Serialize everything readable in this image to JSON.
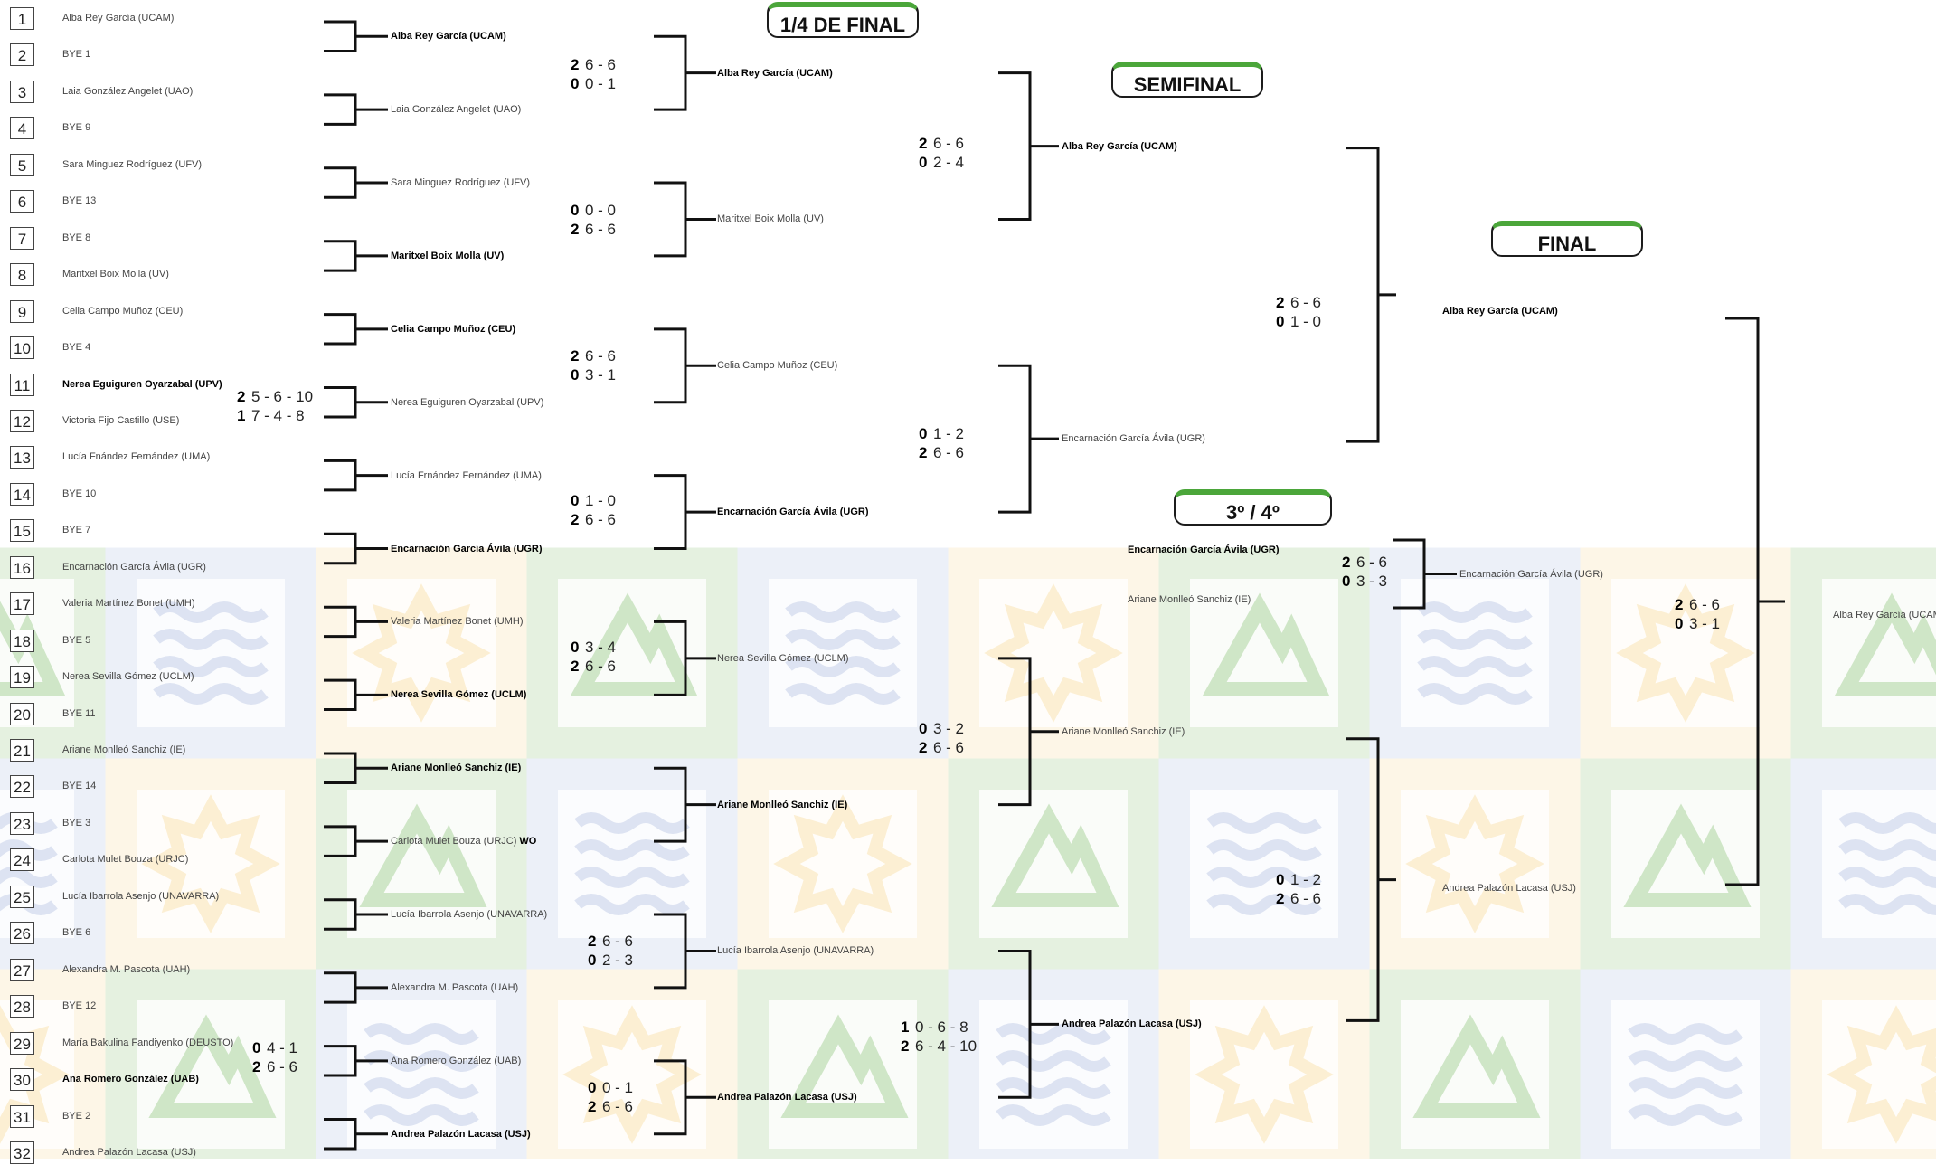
{
  "colors": {
    "accent": "#4ba63a",
    "line": "#111111",
    "wm_green": "#cfe6c7",
    "wm_blue": "#dde3f2",
    "wm_yellow": "#fcefd3"
  },
  "headers": {
    "quarterfinal": "1/4 DE FINAL",
    "semifinal": "SEMIFINAL",
    "final": "FINAL",
    "third_place": "3º / 4º"
  },
  "round1": [
    {
      "seed": "1",
      "name": "Alba Rey García (UCAM)"
    },
    {
      "seed": "2",
      "name": "BYE 1"
    },
    {
      "seed": "3",
      "name": "Laia González Angelet (UAO)"
    },
    {
      "seed": "4",
      "name": "BYE 9"
    },
    {
      "seed": "5",
      "name": "Sara Minguez Rodríguez (UFV)"
    },
    {
      "seed": "6",
      "name": "BYE 13"
    },
    {
      "seed": "7",
      "name": "BYE 8"
    },
    {
      "seed": "8",
      "name": "Maritxel Boix Molla (UV)"
    },
    {
      "seed": "9",
      "name": "Celia Campo Muñoz (CEU)"
    },
    {
      "seed": "10",
      "name": "BYE 4"
    },
    {
      "seed": "11",
      "name": "Nerea Eguiguren Oyarzabal (UPV)"
    },
    {
      "seed": "12",
      "name": "Victoria Fijo Castillo (USE)"
    },
    {
      "seed": "13",
      "name": "Lucía Fnández Fernández (UMA)"
    },
    {
      "seed": "14",
      "name": "BYE 10"
    },
    {
      "seed": "15",
      "name": "BYE 7"
    },
    {
      "seed": "16",
      "name": "Encarnación García Ávila (UGR)"
    },
    {
      "seed": "17",
      "name": "Valeria Martínez Bonet (UMH)"
    },
    {
      "seed": "18",
      "name": "BYE 5"
    },
    {
      "seed": "19",
      "name": "Nerea Sevilla Gómez (UCLM)"
    },
    {
      "seed": "20",
      "name": "BYE 11"
    },
    {
      "seed": "21",
      "name": "Ariane Monlleó Sanchiz (IE)"
    },
    {
      "seed": "22",
      "name": "BYE 14"
    },
    {
      "seed": "23",
      "name": "BYE 3"
    },
    {
      "seed": "24",
      "name": "Carlota Mulet Bouza (URJC)"
    },
    {
      "seed": "25",
      "name": "Lucía Ibarrola Asenjo (UNAVARRA)"
    },
    {
      "seed": "26",
      "name": "BYE 6"
    },
    {
      "seed": "27",
      "name": "Alexandra M. Pascota (UAH)"
    },
    {
      "seed": "28",
      "name": "BYE 12"
    },
    {
      "seed": "29",
      "name": "María Bakulina Fandiyenko (DEUSTO)"
    },
    {
      "seed": "30",
      "name": "Ana Romero González (UAB)"
    },
    {
      "seed": "31",
      "name": "BYE 2"
    },
    {
      "seed": "32",
      "name": "Andrea Palazón Lacasa (USJ)"
    }
  ],
  "round2": [
    "Alba Rey García (UCAM)",
    "Laia González Angelet (UAO)",
    "Sara Minguez Rodríguez (UFV)",
    "Maritxel Boix Molla (UV)",
    "Celia Campo Muñoz (CEU)",
    "Nerea Eguiguren Oyarzabal (UPV)",
    "Lucía Frnández Fernández (UMA)",
    "Encarnación García Ávila (UGR)",
    "Valeria Martínez Bonet (UMH)",
    "Nerea Sevilla Gómez (UCLM)",
    "Ariane Monlleó Sanchiz (IE)",
    "Carlota Mulet Bouza (URJC)",
    "Lucía Ibarrola Asenjo (UNAVARRA)",
    "Alexandra M. Pascota (UAH)",
    "Ana Romero González (UAB)",
    "Andrea Palazón Lacasa (USJ)"
  ],
  "walkover": "WO",
  "r1_scores": [
    {
      "top_sets": "2",
      "top_games": "5 - 6 - 10",
      "bot_sets": "1",
      "bot_games": "7 - 4 -  8"
    },
    {
      "top_sets": "0",
      "top_games": "4 - 1",
      "bot_sets": "2",
      "bot_games": "6 - 6"
    }
  ],
  "round3": [
    "Alba Rey García (UCAM)",
    "Maritxel Boix Molla (UV)",
    "Celia Campo Muñoz (CEU)",
    "Encarnación García Ávila (UGR)",
    "Nerea Sevilla Gómez (UCLM)",
    "Ariane Monlleó Sanchiz (IE)",
    "Lucía Ibarrola Asenjo (UNAVARRA)",
    "Andrea Palazón Lacasa (USJ)"
  ],
  "r2_scores": [
    {
      "top_sets": "2",
      "top_games": "6 - 6",
      "bot_sets": "0",
      "bot_games": "0 - 1"
    },
    {
      "top_sets": "0",
      "top_games": "0 - 0",
      "bot_sets": "2",
      "bot_games": "6 - 6"
    },
    {
      "top_sets": "2",
      "top_games": "6 - 6",
      "bot_sets": "0",
      "bot_games": "3 - 1"
    },
    {
      "top_sets": "0",
      "top_games": "1 - 0",
      "bot_sets": "2",
      "bot_games": "6 - 6"
    },
    {
      "top_sets": "0",
      "top_games": "3 - 4",
      "bot_sets": "2",
      "bot_games": "6 - 6"
    },
    {
      "top_sets": "2",
      "top_games": "6 - 6",
      "bot_sets": "0",
      "bot_games": "2 - 3"
    },
    {
      "top_sets": "0",
      "top_games": "0 - 1",
      "bot_sets": "2",
      "bot_games": "6 - 6"
    }
  ],
  "round4": [
    "Alba Rey García (UCAM)",
    "Encarnación García Ávila (UGR)",
    "Ariane Monlleó Sanchiz (IE)",
    "Andrea Palazón Lacasa (USJ)"
  ],
  "qf_scores": [
    {
      "top_sets": "2",
      "top_games": "6 - 6",
      "bot_sets": "0",
      "bot_games": "2 - 4"
    },
    {
      "top_sets": "0",
      "top_games": "1 - 2",
      "bot_sets": "2",
      "bot_games": "6 - 6"
    },
    {
      "top_sets": "0",
      "top_games": "3 - 2",
      "bot_sets": "2",
      "bot_games": "6 - 6"
    },
    {
      "top_sets": "1",
      "top_games": "0 - 6 -   8",
      "bot_sets": "2",
      "bot_games": "6 - 4 -  10"
    }
  ],
  "round5": [
    "Alba Rey García (UCAM)",
    "Andrea Palazón Lacasa (USJ)"
  ],
  "sf_scores": [
    {
      "top_sets": "2",
      "top_games": "6 - 6",
      "bot_sets": "0",
      "bot_games": "1 - 0"
    },
    {
      "top_sets": "0",
      "top_games": "1 - 2",
      "bot_sets": "2",
      "bot_games": "6 - 6"
    }
  ],
  "third_place": {
    "player1": "Encarnación García Ávila (UGR)",
    "player2": "Ariane Monlleó Sanchiz (IE)",
    "score": {
      "top_sets": "2",
      "top_games": "6 - 6",
      "bot_sets": "0",
      "bot_games": "3 - 3"
    },
    "winner": "Encarnación García Ávila (UGR)"
  },
  "final": {
    "score": {
      "top_sets": "2",
      "top_games": "6 - 6",
      "bot_sets": "0",
      "bot_games": "3 - 1"
    },
    "champion": "Alba Rey García (UCAM)"
  }
}
